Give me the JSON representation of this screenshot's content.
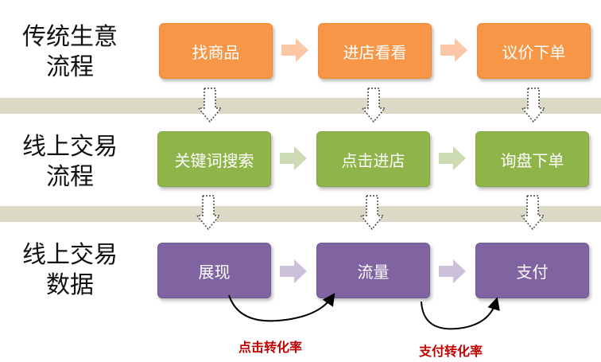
{
  "rows": [
    {
      "label_lines": [
        "传统生意",
        "流程"
      ],
      "steps": [
        "找商品",
        "进店看看",
        "议价下单"
      ],
      "color": "#f79646"
    },
    {
      "label_lines": [
        "线上交易",
        "流程"
      ],
      "steps": [
        "关键词搜索",
        "点击进店",
        "询盘下单"
      ],
      "color": "#8fb44a"
    },
    {
      "label_lines": [
        "线上交易",
        "数据"
      ],
      "steps": [
        "展现",
        "流量",
        "支付"
      ],
      "color": "#8064a2"
    }
  ],
  "rates": [
    "点击转化率",
    "支付转化率"
  ],
  "colors": {
    "band": "#dcd9c7",
    "orange_arrow": "#fbc7a6",
    "green_arrow": "#cddbb3",
    "purple_arrow": "#cbc1da",
    "rate_text": "#c00000"
  }
}
